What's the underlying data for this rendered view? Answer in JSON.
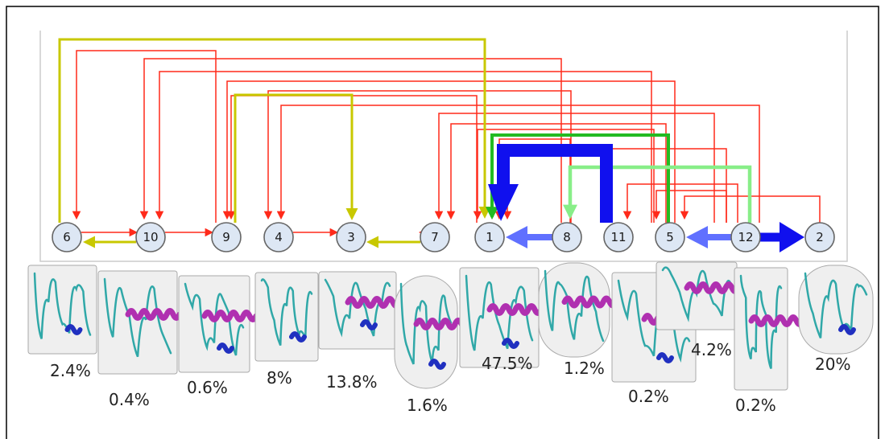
{
  "nodes": [
    {
      "id": "6",
      "label": "6"
    },
    {
      "id": "10",
      "label": "10"
    },
    {
      "id": "9",
      "label": "9"
    },
    {
      "id": "4",
      "label": "4"
    },
    {
      "id": "3",
      "label": "3"
    },
    {
      "id": "7",
      "label": "7"
    },
    {
      "id": "1",
      "label": "1"
    },
    {
      "id": "8",
      "label": "8"
    },
    {
      "id": "11",
      "label": "11"
    },
    {
      "id": "5",
      "label": "5"
    },
    {
      "id": "12",
      "label": "12"
    },
    {
      "id": "2",
      "label": "2"
    }
  ],
  "populations": [
    "2.4%",
    "0.4%",
    "0.6%",
    "8%",
    "13.8%",
    "1.6%",
    "47.5%",
    "1.2%",
    "0.2%",
    "4.2%",
    "0.2%",
    "20%"
  ],
  "colors": {
    "red_edge": "#ff2a1a",
    "yellow_edge": "#c8c800",
    "green_edge": "#22bb22",
    "light_green_edge": "#88ee88",
    "blue_edge": "#1010ee",
    "light_blue_edge": "#6070ff",
    "node_fill": "#dde7f4",
    "node_stroke": "#666666",
    "helix": "#b030b0",
    "helix310": "#2030c0",
    "coil": "#30a8a8"
  }
}
